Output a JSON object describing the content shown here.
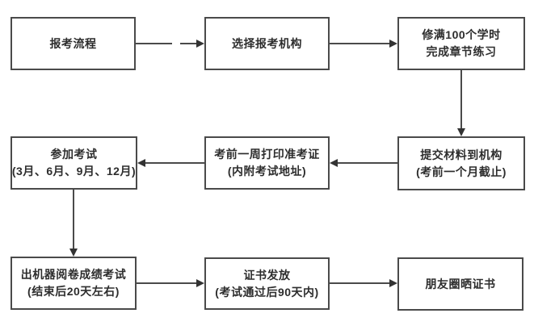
{
  "colors": {
    "background": "#ffffff",
    "box_border": "#4a4a4a",
    "box_fill": "#ffffff",
    "text": "#2d2d2d",
    "arrow": "#4a4a4a"
  },
  "flowchart": {
    "boxes": [
      {
        "id": "start",
        "lines": [
          "报考流程"
        ]
      },
      {
        "id": "choose-agency",
        "lines": [
          "选择报考机构"
        ]
      },
      {
        "id": "study-hours",
        "lines": [
          "修满100个学时",
          "完成章节练习"
        ]
      },
      {
        "id": "take-exam",
        "lines": [
          "参加考试",
          "(3月、6月、9月、12月)"
        ]
      },
      {
        "id": "print-ticket",
        "lines": [
          "考前一周打印准考证",
          "(内附考试地址)"
        ]
      },
      {
        "id": "submit-materials",
        "lines": [
          "提交材料到机构",
          "(考前一个月截止)"
        ]
      },
      {
        "id": "results",
        "lines": [
          "出机器阅卷成绩考试",
          "(结束后20天左右)"
        ]
      },
      {
        "id": "certificate",
        "lines": [
          "证书发放",
          "(考试通过后90天内)"
        ]
      },
      {
        "id": "share",
        "lines": [
          "朋友圈晒证书"
        ]
      }
    ],
    "edges": [
      {
        "from": "start",
        "to": "choose-agency",
        "style": "dashed",
        "direction": "right"
      },
      {
        "from": "choose-agency",
        "to": "study-hours",
        "style": "solid",
        "direction": "right"
      },
      {
        "from": "study-hours",
        "to": "submit-materials",
        "style": "solid",
        "direction": "down"
      },
      {
        "from": "submit-materials",
        "to": "print-ticket",
        "style": "solid",
        "direction": "left"
      },
      {
        "from": "print-ticket",
        "to": "take-exam",
        "style": "solid",
        "direction": "left"
      },
      {
        "from": "take-exam",
        "to": "results",
        "style": "solid",
        "direction": "down"
      },
      {
        "from": "results",
        "to": "certificate",
        "style": "solid",
        "direction": "right"
      },
      {
        "from": "certificate",
        "to": "share",
        "style": "solid",
        "direction": "right"
      }
    ]
  }
}
